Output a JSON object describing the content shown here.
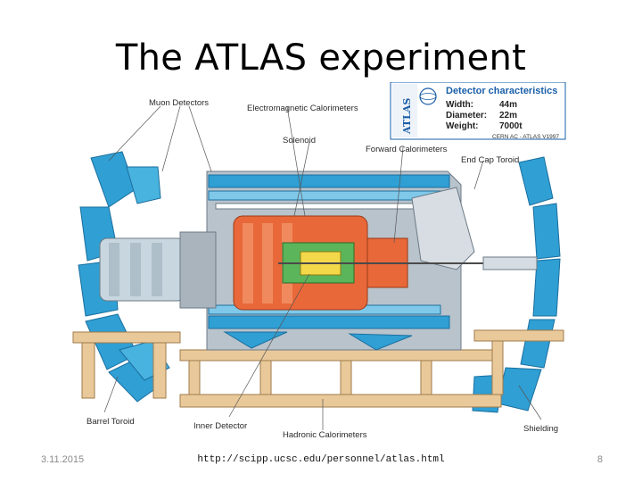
{
  "slide": {
    "title": "The ATLAS experiment",
    "footer": {
      "date": "3.11.2015",
      "url": "http://scipp.ucsc.edu/personnel/atlas.html",
      "page_number": "8"
    }
  },
  "figure": {
    "labels": {
      "muon_detectors": "Muon Detectors",
      "em_calorimeters": "Electromagnetic Calorimeters",
      "solenoid": "Solenoid",
      "forward_calorimeters": "Forward Calorimeters",
      "end_cap_toroid": "End Cap Toroid",
      "barrel_toroid": "Barrel Toroid",
      "inner_detector": "Inner Detector",
      "hadronic_calorimeters": "Hadronic Calorimeters",
      "shielding": "Shielding"
    },
    "info_box": {
      "logo_text": "ATLAS",
      "heading": "Detector characteristics",
      "rows": [
        {
          "key": "Width:",
          "value": "44m"
        },
        {
          "key": "Diameter:",
          "value": "22m"
        },
        {
          "key": "Weight:",
          "value": "7000t"
        }
      ],
      "credit": "CERN AC - ATLAS V1997"
    },
    "colors": {
      "muon_blue": "#2f9fd4",
      "muon_blue_dark": "#1b6f9e",
      "calorimeter_orange": "#e8683a",
      "inner_green": "#5bb55a",
      "support_tan": "#e9c99a",
      "steel_grey": "#a9b4bd"
    }
  }
}
